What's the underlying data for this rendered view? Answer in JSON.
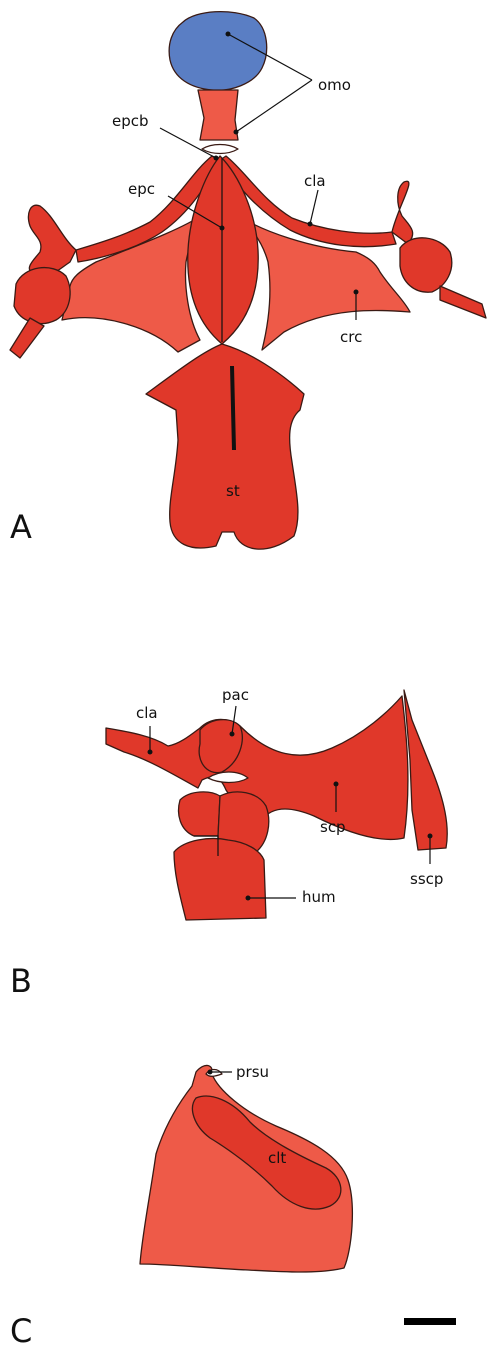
{
  "colors": {
    "bone_dark": "#e0382a",
    "bone_light": "#ee5a48",
    "omosternum_cartilage": "#5a7ec4",
    "outline": "#3a1a14",
    "scale_bar": "#000000"
  },
  "panels": {
    "a": "A",
    "b": "B",
    "c": "C"
  },
  "labels": {
    "omo": "omo",
    "epcb": "epcb",
    "epc": "epc",
    "cla_a": "cla",
    "crc": "crc",
    "st": "st",
    "cla_b": "cla",
    "pac": "pac",
    "scp": "scp",
    "sscp": "sscp",
    "hum": "hum",
    "prsu": "prsu",
    "clt": "clt"
  }
}
